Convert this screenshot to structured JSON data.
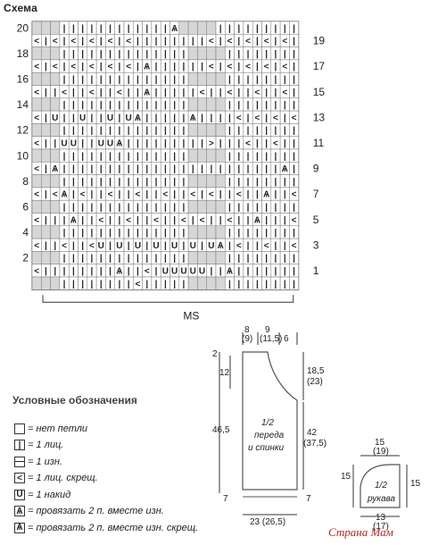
{
  "title": "Схема",
  "chart": {
    "left_labels": {
      "20": "20",
      "18": "18",
      "16": "16",
      "14": "14",
      "12": "12",
      "10": "10",
      "8": "8",
      "6": "6",
      "4": "4",
      "2": "2"
    },
    "right_labels": {
      "19": "19",
      "17": "17",
      "15": "15",
      "13": "13",
      "11": "11",
      "9": "9",
      "7": "7",
      "5": "5",
      "3": "3",
      "1": "1"
    },
    "rows": [
      "...||||||||||||A>....||||||||",
      "<|<|<|<|<|<||||||||<|<|<|<|<|",
      "...||||||||||||||....||||||||",
      "<|<|<|<|<|<|A||||||<|<|<|<|<|",
      "...||||||||||||||....||||||||",
      "<||<||<||<||A>|||||<||<||<||<",
      "...||||||||||||||....||||||||",
      "<|U||U||U|UA|||||A||||<|<|<|<",
      "...||||||||||||||....||||||||",
      "<||UU||UUA|||||||||>|||<||<||",
      "...||||||||||||||....||||||||",
      "<|A||||||||||||||||||||||||A|",
      "...||||||||||||||....||||||||",
      "<|<A|<||<||<||<||<|<||<||A||<",
      "...||||||||||||||....||||||||",
      "<|||A||<||<||<||<|<||<||A|||<",
      "...||||||||||||||....||||||||",
      "<||<||<U|U|U|U|U|U|UA|<||<||<",
      "...||||||||||||||....||||||||",
      "<||||||||A||<|UUUUU||A|||||||",
      "...||||||||<|||||....||||||||"
    ],
    "ms_label": "MS"
  },
  "legend": {
    "title": "Условные обозначения",
    "items": [
      {
        "symbol": "",
        "kind": "empty",
        "text": "= нет петли"
      },
      {
        "symbol": "|",
        "kind": "sym",
        "text": "= 1 лиц."
      },
      {
        "symbol": "—",
        "kind": "sym",
        "text": "= 1 изн."
      },
      {
        "symbol": "<",
        "kind": "sym",
        "text": "= 1 лиц. скрещ."
      },
      {
        "symbol": "U",
        "kind": "sym",
        "text": "= 1 накид"
      },
      {
        "symbol": "A",
        "kind": "sym",
        "text": "= провязать 2 п. вместе изн."
      },
      {
        "symbol": "A>",
        "kind": "sym",
        "text": "= провязать 2 п. вместе изн. скрещ."
      }
    ]
  },
  "schematic": {
    "top_a": "8",
    "top_a2": "(9)",
    "top_b": "9",
    "top_b2": "(11,5)",
    "top_c": "6",
    "left_2": "2",
    "left_12": "12",
    "left_465": "46,5",
    "left_7": "7",
    "right_185": "18,5",
    "right_185b": "(23)",
    "right_42": "42",
    "right_42b": "(37,5)",
    "right_7": "7",
    "bottom": "23 (26,5)",
    "body_l1": "1/2",
    "body_l2": "переда",
    "body_l3": "и спинки",
    "sleeve_top": "15",
    "sleeve_top2": "(19)",
    "sleeve_left": "15",
    "sleeve_right": "15",
    "sleeve_l1": "1/2",
    "sleeve_l2": "рукава",
    "sleeve_bottom": "13",
    "sleeve_bottom2": "(17)"
  },
  "watermark": "Страна Мам"
}
